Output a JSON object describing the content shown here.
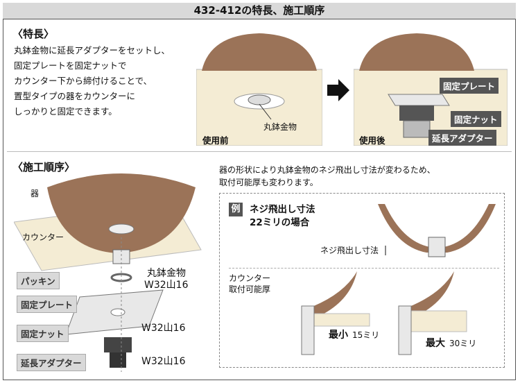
{
  "title": "432-412の特長、施工順序",
  "features": {
    "heading": "〈特長〉",
    "lines": [
      "丸鉢金物に延長アダプターをセットし、",
      "固定プレートを固定ナットで",
      "カウンター下から締付けることで、",
      "置型タイプの器をカウンターに",
      "しっかりと固定できます。"
    ]
  },
  "before": {
    "caption": "使用前",
    "part_label": "丸鉢金物"
  },
  "after": {
    "caption": "使用後",
    "labels": [
      "固定プレート",
      "固定ナット",
      "延長アダプター"
    ]
  },
  "procedure": {
    "heading": "〈施工順序〉",
    "vessel": "器",
    "counter": "カウンター",
    "bowl_fitting": "丸鉢金物",
    "thread1": "W32山16",
    "packing": "パッキン",
    "plate": "固定プレート",
    "nut": "固定ナット",
    "thread2": "W32山16",
    "adapter": "延長アダプター",
    "thread3": "W32山16"
  },
  "note": {
    "line1": "器の形状により丸鉢金物のネジ飛出し寸法が変わるため、",
    "line2": "取付可能厚も変わります。"
  },
  "example": {
    "badge": "例",
    "title1": "ネジ飛出し寸法",
    "title2": "22ミリの場合",
    "dim_label": "ネジ飛出し寸法",
    "thick_label1": "カウンター",
    "thick_label2": "取付可能厚",
    "min_label": "最小",
    "min_value": "15ミリ",
    "max_label": "最大",
    "max_value": "30ミリ"
  },
  "colors": {
    "bowl": "#9b7358",
    "counter": "#f4ecd4",
    "tag_dark": "#555555",
    "title_bg": "#d9d9d9"
  }
}
